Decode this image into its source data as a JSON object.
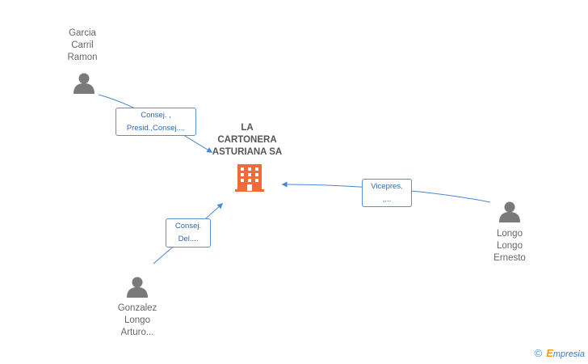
{
  "company": {
    "name": "LA\nCARTONERA\nASTURIANA SA",
    "icon": "building-icon",
    "icon_color": "#f26a3a"
  },
  "people": [
    {
      "id": "garcia",
      "name": "Garcia\nCarril\nRamon",
      "icon": "person-icon"
    },
    {
      "id": "gonzalez",
      "name": "Gonzalez\nLongo\nArturo...",
      "icon": "person-icon"
    },
    {
      "id": "longo",
      "name": "Longo\nLongo\nErnesto",
      "icon": "person-icon"
    }
  ],
  "relations": [
    {
      "from": "garcia",
      "line1": "Consej. ,",
      "line2": "Presid.,Consej...."
    },
    {
      "from": "gonzalez",
      "line1": "Consej.",
      "line2": "Del...."
    },
    {
      "from": "longo",
      "line1": "Vicepres.",
      "line2": ",..."
    }
  ],
  "colors": {
    "edge": "#4a86d4",
    "person": "#7a7a7a",
    "label_text": "#3366aa"
  },
  "footer": {
    "copyright": "©",
    "brand_first": "E",
    "brand_rest": "mpresia"
  }
}
